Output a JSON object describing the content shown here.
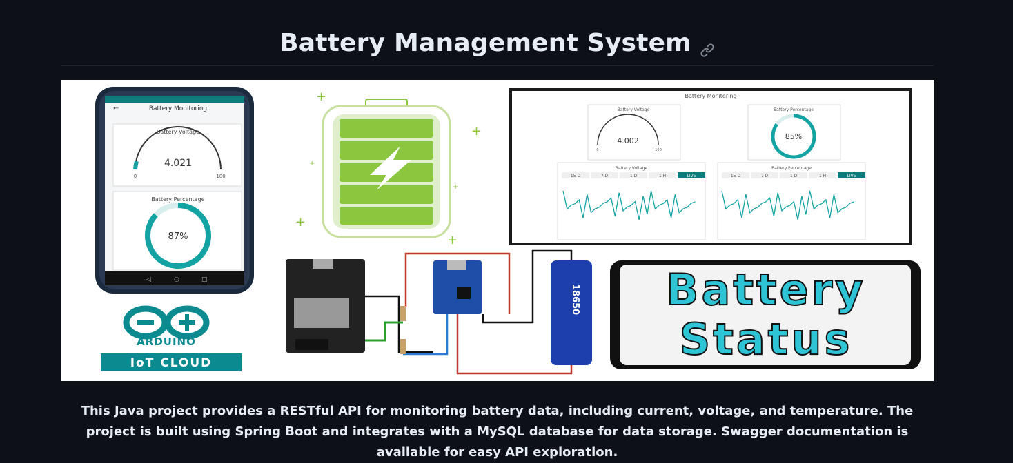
{
  "page": {
    "title": "Battery Management System",
    "description": "This Java project provides a RESTful API for monitoring battery data, including current, voltage, and temperature. The project is built using Spring Boot and integrates with a MySQL database for data storage. Swagger documentation is available for easy API exploration."
  },
  "banner": {
    "phone": {
      "header": "Battery Monitoring",
      "voltage_title": "Battery Voltage",
      "voltage_value": "4.021",
      "voltage_min": "0",
      "voltage_max": "100",
      "percent_title": "Battery Percentage",
      "percent_value": "87%"
    },
    "dashboard": {
      "title": "Battery Monitoring",
      "voltage_title": "Battery Voltage",
      "voltage_value": "4.002",
      "voltage_min": "0",
      "voltage_max": "100",
      "percent_title": "Battery Percentage",
      "percent_value": "85%",
      "chart1_title": "Battery Voltage",
      "chart2_title": "Battery Percentage",
      "ranges": [
        "15 D",
        "7 D",
        "1 D",
        "1 H",
        "LIVE"
      ]
    },
    "arduino_name": "ARDUINO",
    "iot_cloud": "IoT CLOUD",
    "cell_label": "18650",
    "status_line1": "Battery",
    "status_line2": "Status"
  },
  "colors": {
    "background": "#0d1117",
    "text": "#e6edf3",
    "teal": "#13a3a3",
    "battery_green": "#8cc63f",
    "status_cyan": "#2ec4d6"
  }
}
